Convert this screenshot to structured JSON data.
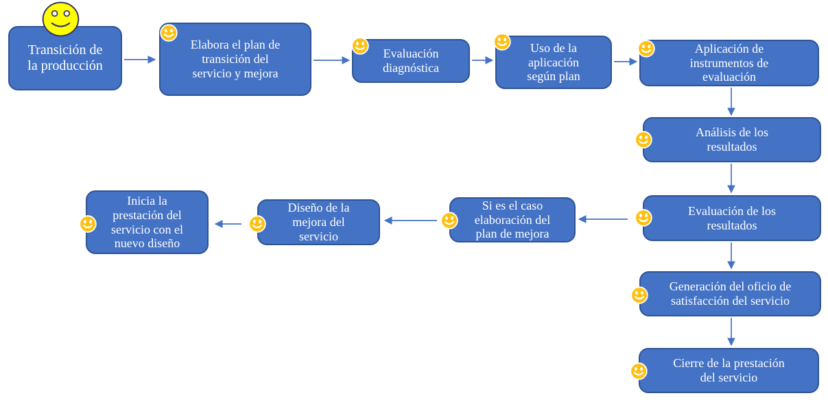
{
  "canvas": {
    "background_color": "#ffffff"
  },
  "palette": {
    "node_fill": "#4472C4",
    "node_border": "#2E5395",
    "node_text_color": "#FFFFFF",
    "arrow_color": "#4472C4",
    "start_smiley_fill": "#FFFF00",
    "step_smiley_fill": "#FFC000"
  },
  "nodes": [
    {
      "icon": "happy-face-start-icon",
      "label": "Transición de\nla producción"
    },
    {
      "icon": "happy-face-icon",
      "label": "Elabora el plan de\ntransición del\nservicio y mejora"
    },
    {
      "icon": "happy-face-icon",
      "label": "Evaluación\ndiagnóstica"
    },
    {
      "icon": "happy-face-icon",
      "label": "Uso de la\naplicación\nsegún plan"
    },
    {
      "icon": "happy-face-icon",
      "label": "Aplicación de\ninstrumentos de\nevaluación"
    },
    {
      "icon": "happy-face-icon",
      "label": "Análisis de los\nresultados"
    },
    {
      "icon": "happy-face-icon",
      "label": "Evaluación de los\nresultados"
    },
    {
      "icon": "happy-face-icon",
      "label": "Generación del oficio de\nsatisfacción del servicio"
    },
    {
      "icon": "happy-face-icon",
      "label": "Cierre de la prestación\ndel servicio"
    },
    {
      "icon": "happy-face-icon",
      "label": "Si es el caso\nelaboración del\nplan de mejora"
    },
    {
      "icon": "happy-face-icon",
      "label": "Diseño de la\nmejora del\nservicio"
    },
    {
      "icon": "happy-face-icon",
      "label": "Inicia la\nprestación del\nservicio con el\nnuevo diseño"
    }
  ],
  "connections": [
    {
      "from": 0,
      "to": 1,
      "direction": "right"
    },
    {
      "from": 1,
      "to": 2,
      "direction": "right"
    },
    {
      "from": 2,
      "to": 3,
      "direction": "right"
    },
    {
      "from": 3,
      "to": 4,
      "direction": "right"
    },
    {
      "from": 4,
      "to": 5,
      "direction": "down"
    },
    {
      "from": 5,
      "to": 6,
      "direction": "down"
    },
    {
      "from": 6,
      "to": 7,
      "direction": "down"
    },
    {
      "from": 7,
      "to": 8,
      "direction": "down"
    },
    {
      "from": 6,
      "to": 9,
      "direction": "left"
    },
    {
      "from": 9,
      "to": 10,
      "direction": "left"
    },
    {
      "from": 10,
      "to": 11,
      "direction": "left"
    }
  ]
}
